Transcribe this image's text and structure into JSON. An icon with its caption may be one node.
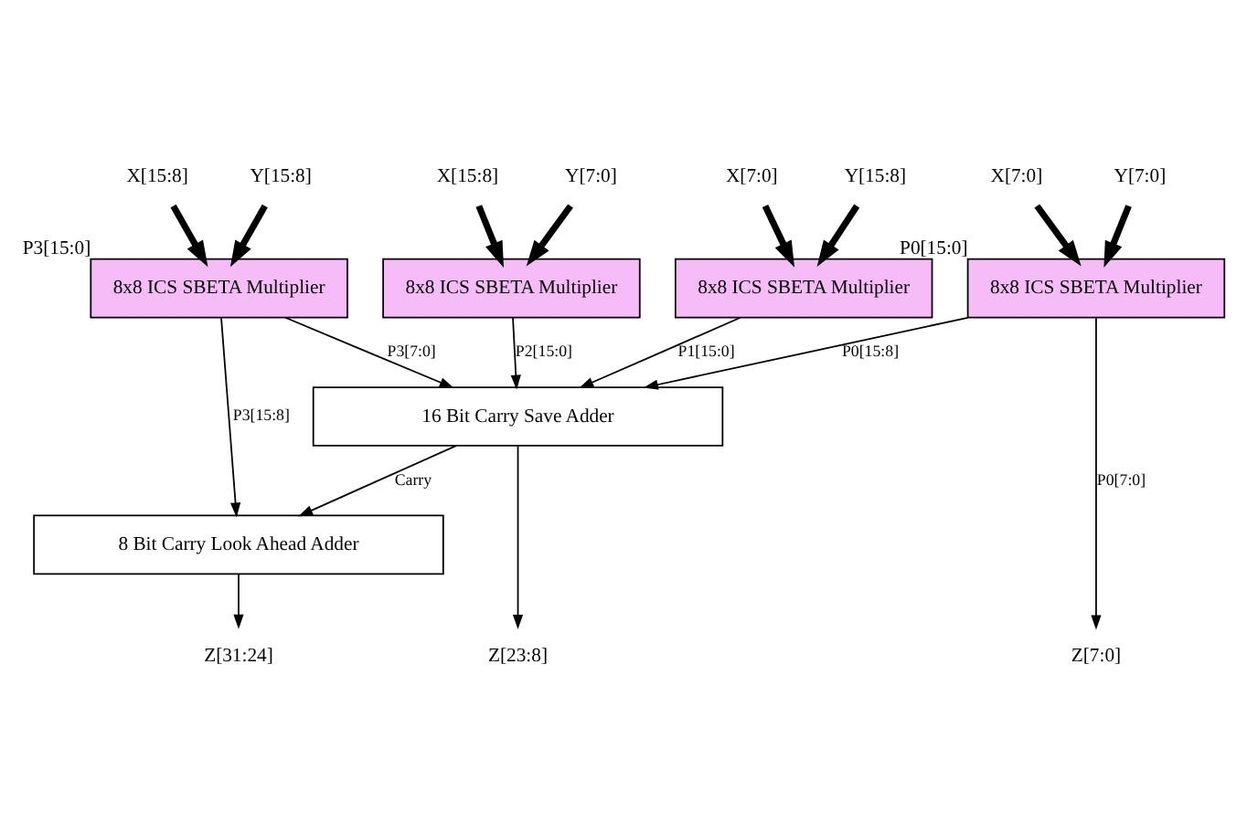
{
  "diagram": {
    "nodes": [
      {
        "text": [
          "X[15:8]"
        ]
      },
      {
        "text": [
          "Y[15:8]"
        ]
      },
      {
        "text": [
          "X[15:8]"
        ]
      },
      {
        "text": [
          "Y[7:0]"
        ]
      },
      {
        "text": [
          "X[7:0]"
        ]
      },
      {
        "text": [
          "Y[15:8]"
        ]
      },
      {
        "text": [
          "X[7:0]"
        ]
      },
      {
        "text": [
          "Y[7:0]"
        ]
      },
      {
        "text": [
          "8x8 ICS SBETA Multiplier"
        ],
        "beside": [
          "P3[15:0]"
        ]
      },
      {
        "text": [
          "8x8 ICS SBETA Multiplier"
        ]
      },
      {
        "text": [
          "8x8 ICS SBETA Multiplier"
        ]
      },
      {
        "text": [
          "8x8 ICS SBETA Multiplier"
        ],
        "beside": [
          "P0[15:0]"
        ]
      },
      {
        "text": [
          "16 Bit Carry Save Adder"
        ]
      },
      {
        "text": [
          "8 Bit Carry Look Ahead Adder"
        ]
      },
      {
        "text": [
          "Z[31:24]"
        ]
      },
      {
        "text": [
          "Z[23:8]"
        ]
      },
      {
        "text": [
          "Z[7:0]"
        ]
      }
    ],
    "edges": [
      {
        "from": 0,
        "to": 8,
        "arrow": "to",
        "style": "thick"
      },
      {
        "from": 1,
        "to": 8,
        "arrow": "to",
        "style": "thick"
      },
      {
        "from": 2,
        "to": 9,
        "arrow": "to",
        "style": "thick"
      },
      {
        "from": 3,
        "to": 9,
        "arrow": "to",
        "style": "thick"
      },
      {
        "from": 4,
        "to": 10,
        "arrow": "to",
        "style": "thick"
      },
      {
        "from": 5,
        "to": 10,
        "arrow": "to",
        "style": "thick"
      },
      {
        "from": 6,
        "to": 11,
        "arrow": "to",
        "style": "thick"
      },
      {
        "from": 7,
        "to": 11,
        "arrow": "to",
        "style": "thick"
      },
      {
        "from": 8,
        "to": 12,
        "arrow": "to",
        "label": "P3[7:0]"
      },
      {
        "from": 9,
        "to": 12,
        "arrow": "to",
        "label": "P2[15:0]"
      },
      {
        "from": 10,
        "to": 12,
        "arrow": "to",
        "label": "P1[15:0]"
      },
      {
        "from": 11,
        "to": 12,
        "arrow": "to",
        "label": "P0[15:8]"
      },
      {
        "from": 8,
        "to": 13,
        "arrow": "to",
        "label": "P3[15:8]"
      },
      {
        "from": 12,
        "to": 13,
        "arrow": "to",
        "label": "Carry"
      },
      {
        "from": 13,
        "to": 14,
        "arrow": "to"
      },
      {
        "from": 12,
        "to": 15,
        "arrow": "to"
      },
      {
        "from": 11,
        "to": 16,
        "arrow": "to",
        "label": "P0[7:0]"
      }
    ]
  }
}
